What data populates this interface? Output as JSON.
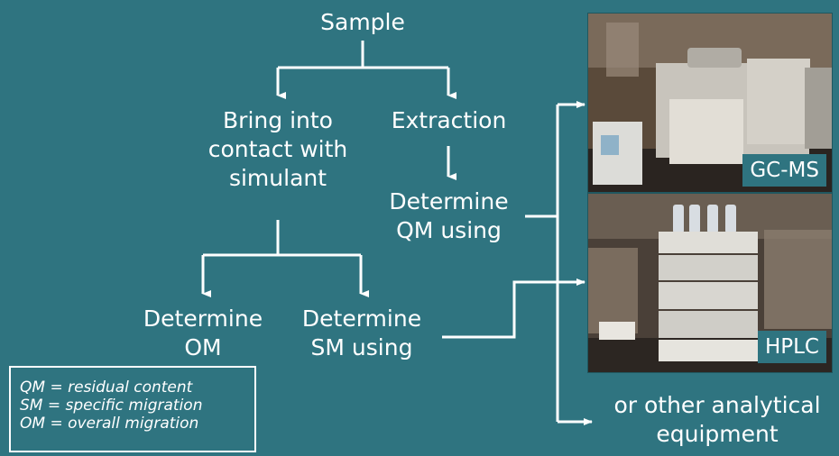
{
  "nodes": {
    "sample": "Sample",
    "contact": [
      "Bring into",
      "contact with",
      "simulant"
    ],
    "extraction": "Extraction",
    "determine_qm": [
      "Determine",
      "QM using"
    ],
    "determine_om": [
      "Determine",
      "OM"
    ],
    "determine_sm": [
      "Determine",
      "SM using"
    ],
    "other_equipment": [
      "or other analytical",
      "equipment"
    ]
  },
  "instruments": {
    "top_label": "GC-MS",
    "bottom_label": "HPLC"
  },
  "legend": [
    "QM = residual content",
    "SM = specific migration",
    "OM  = overall migration"
  ],
  "colors": {
    "background": "#2f7480",
    "foreground": "#ffffff"
  }
}
